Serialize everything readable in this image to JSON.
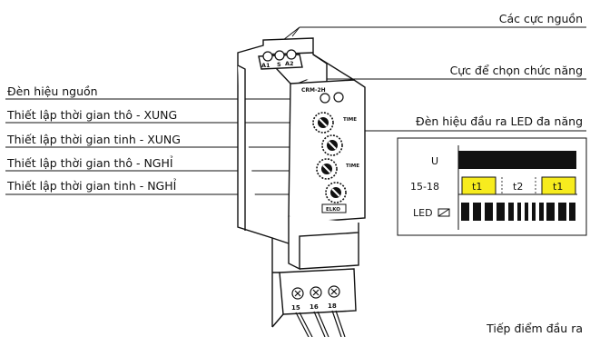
{
  "labels": {
    "power_terminals": "Các cực nguồn",
    "function_terminal": "Cực để chọn chức năng",
    "output_indicator": "Đèn hiệu đầu ra  LED đa năng",
    "output_contacts": "Tiếp điểm đầu ra",
    "power_indicator": "Đèn hiệu nguồn",
    "coarse_pulse": "Thiết lập thời gian thô - XUNG",
    "fine_pulse": "Thiết lập thời gian tinh - XUNG",
    "coarse_pause": "Thiết lập thời gian  thô - NGHỈ",
    "fine_pause": "Thiết lập thời gian tinh - NGHỈ"
  },
  "device": {
    "model": "CRM-2H",
    "terminals_top": [
      "A1",
      "S",
      "A2"
    ],
    "terminals_bottom": [
      "15",
      "16",
      "18"
    ],
    "dial_label": "TIME",
    "brand": "ELKO"
  },
  "timing_diagram": {
    "row_labels": [
      "U",
      "15-18",
      "LED"
    ],
    "segments": [
      "t1",
      "t2",
      "t1"
    ]
  },
  "colors": {
    "pulse_fill": "#f7ec1e",
    "ink": "#111111"
  }
}
